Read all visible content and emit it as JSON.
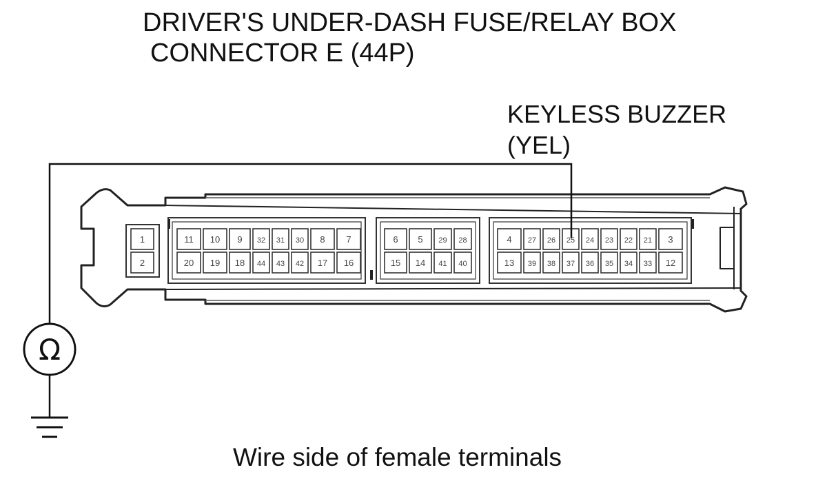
{
  "title_line1": "DRIVER'S UNDER-DASH FUSE/RELAY BOX",
  "title_line2": "CONNECTOR E (44P)",
  "callout_line1": "KEYLESS BUZZER",
  "callout_line2": "(YEL)",
  "footer": "Wire side of female terminals",
  "meter_symbol": "Ω",
  "meter_icon": "ohmmeter-icon",
  "ground_icon": "ground-icon",
  "highlighted_terminal": "25",
  "terminals": {
    "left_group": {
      "top": [
        "1"
      ],
      "bottom": [
        "2"
      ]
    },
    "block_a": {
      "top": [
        "11",
        "10",
        "9",
        "32",
        "31",
        "30",
        "8",
        "7"
      ],
      "bottom": [
        "20",
        "19",
        "18",
        "44",
        "43",
        "42",
        "17",
        "16"
      ]
    },
    "block_b": {
      "top": [
        "6",
        "5",
        "29",
        "28"
      ],
      "bottom": [
        "15",
        "14",
        "41",
        "40"
      ]
    },
    "block_c": {
      "top": [
        "4",
        "27",
        "26",
        "25",
        "24",
        "23",
        "22",
        "21",
        "3"
      ],
      "bottom": [
        "13",
        "39",
        "38",
        "37",
        "36",
        "35",
        "34",
        "33",
        "12"
      ]
    }
  }
}
